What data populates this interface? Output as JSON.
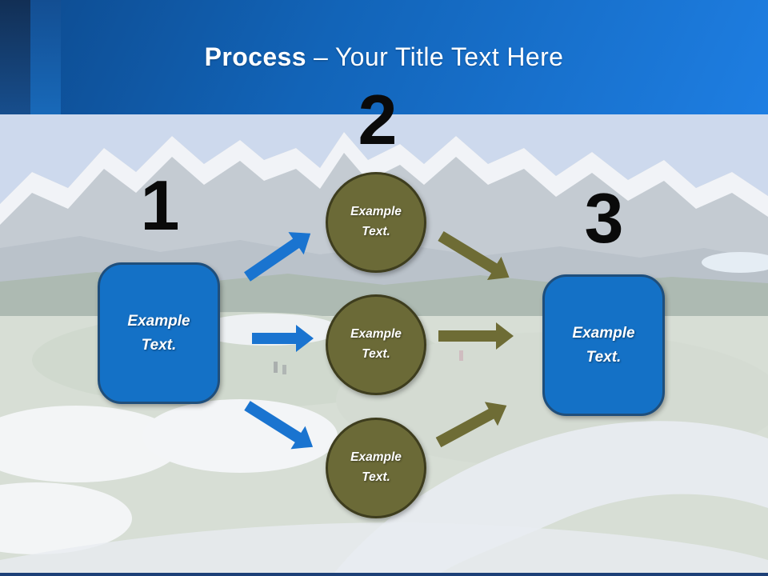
{
  "header": {
    "title_bold": "Process",
    "title_rest": "– Your Title Text Here"
  },
  "steps": [
    {
      "number": "1"
    },
    {
      "number": "2"
    },
    {
      "number": "3"
    }
  ],
  "left_box": {
    "label": "Example Text."
  },
  "right_box": {
    "label": "Example Text."
  },
  "circles": [
    {
      "label": "Example Text."
    },
    {
      "label": "Example Text."
    },
    {
      "label": "Example Text."
    }
  ],
  "colors": {
    "header_blue_dark": "#0d4a8e",
    "header_blue_light": "#1e7ee2",
    "box_blue": "#1471c6",
    "box_border": "#1f4e7b",
    "circle_olive": "#6b6a37",
    "circle_border": "#3e3d1e",
    "arrow_blue": "#1a74d0",
    "arrow_olive": "#6e6c35",
    "number_black": "#0a0a0a",
    "bottom_bar_navy": "#1d4077"
  }
}
